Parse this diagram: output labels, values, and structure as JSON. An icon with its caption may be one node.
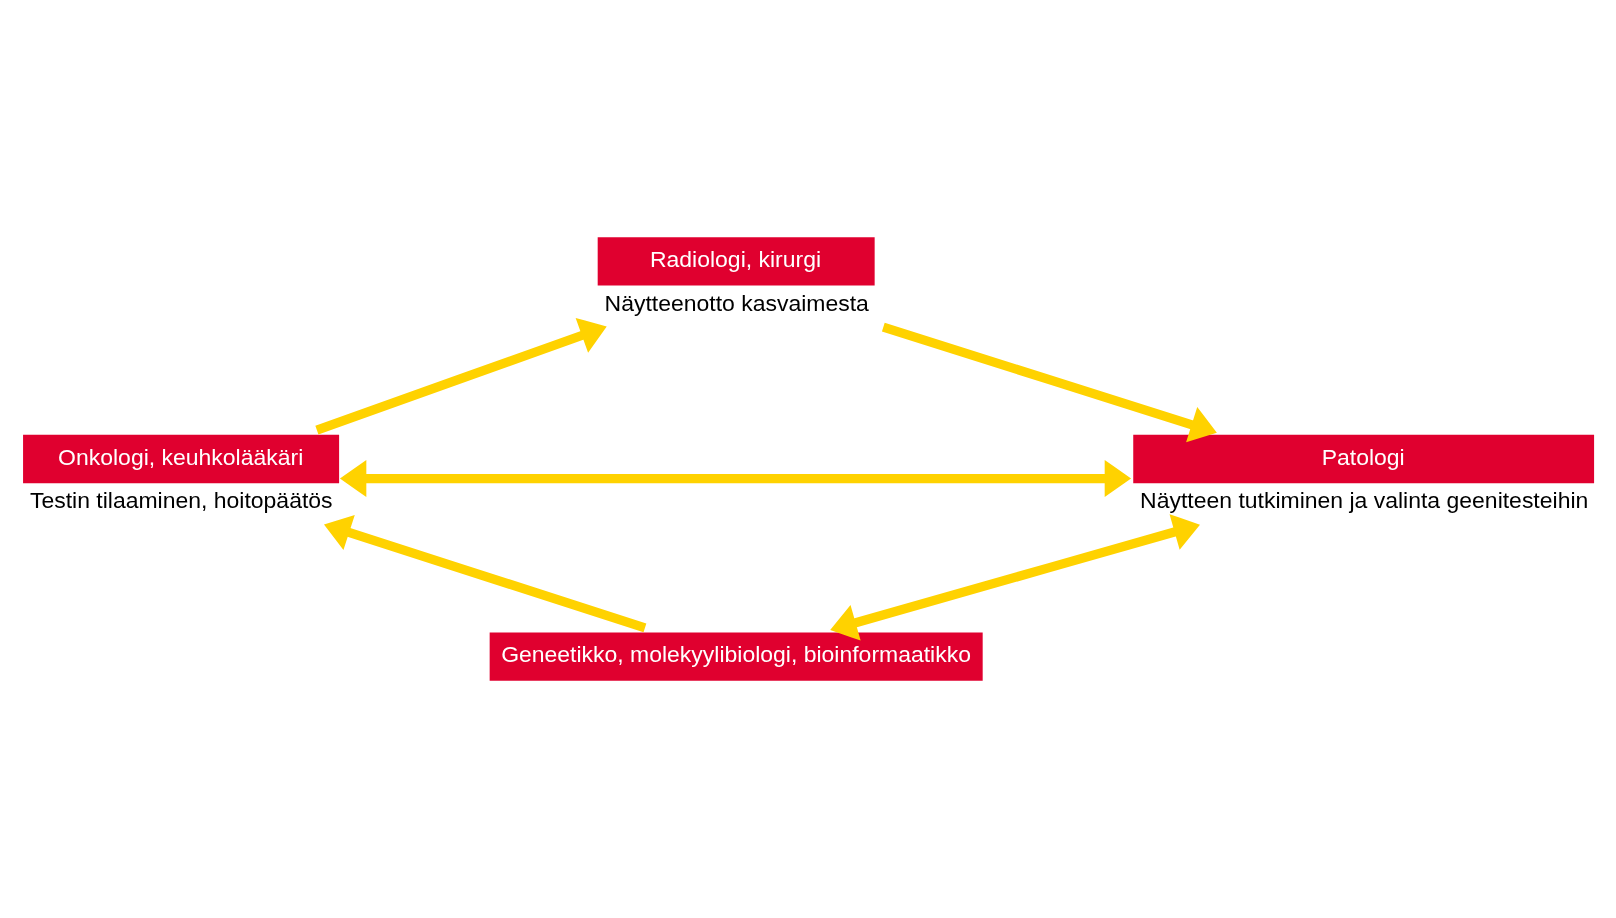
{
  "diagram": {
    "nodes": [
      {
        "text": [
          "Onkologi, keuhkolääkäri"
        ],
        "beside": [
          "Testin tilaaminen, hoitopäätös"
        ]
      },
      {
        "text": [
          "Radiologi, kirurgi"
        ],
        "beside": [
          "Näytteenotto kasvaimesta"
        ]
      },
      {
        "text": [
          "Patologi"
        ],
        "beside": [
          "Näytteen tutkiminen ja valinta geenitesteihin"
        ]
      },
      {
        "text": [
          "Geneetikko, molekyylibiologi, bioinformaatikko"
        ]
      }
    ],
    "edges": [
      {
        "from": 0,
        "to": 1,
        "arrow": "to"
      },
      {
        "from": 1,
        "to": 2,
        "arrow": "to"
      },
      {
        "from": 0,
        "to": 2,
        "arrow": "both"
      },
      {
        "from": 2,
        "to": 3,
        "arrow": "both"
      },
      {
        "from": 3,
        "to": 0,
        "arrow": "to"
      }
    ]
  }
}
